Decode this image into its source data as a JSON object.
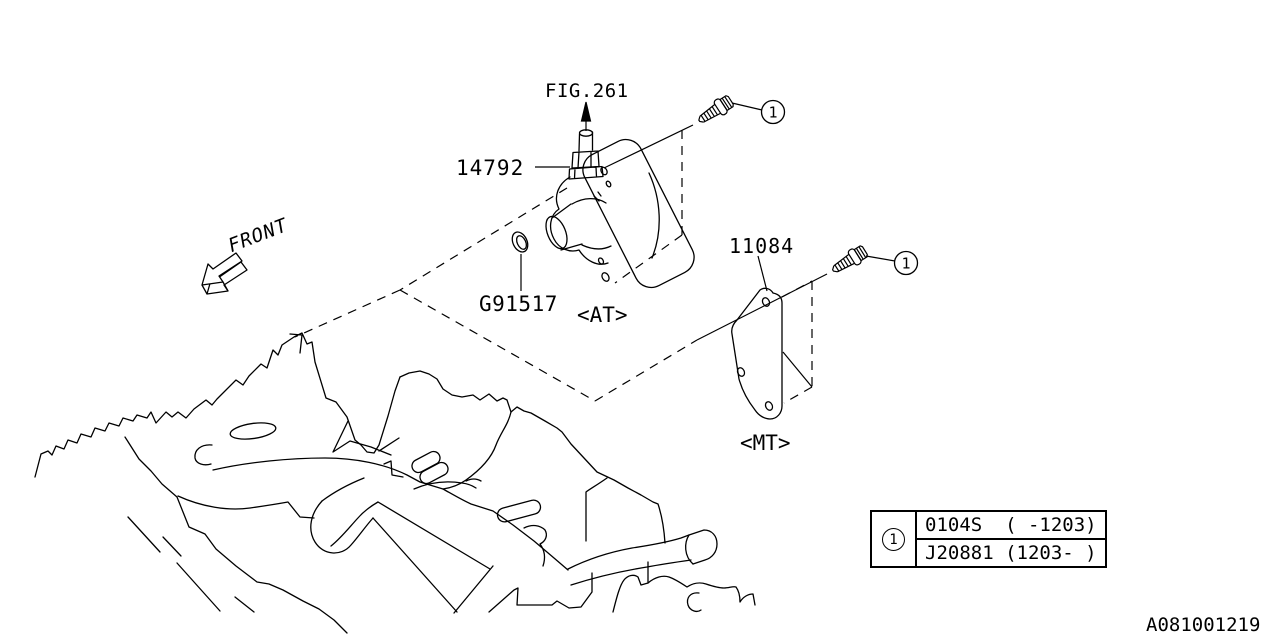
{
  "figure": {
    "reference": "FIG.261",
    "orientation_label": "FRONT",
    "document_id": "A081001219"
  },
  "parts": {
    "valve_number": "14792",
    "gasket_number": "G91517",
    "valve_variant": "<AT>",
    "plate_number": "11084",
    "plate_variant": "<MT>"
  },
  "callouts": [
    {
      "label": "1"
    },
    {
      "label": "1"
    }
  ],
  "legend": {
    "ref_label": "1",
    "rows": [
      "0104S  ( -1203)",
      "J20881 (1203- )"
    ]
  }
}
